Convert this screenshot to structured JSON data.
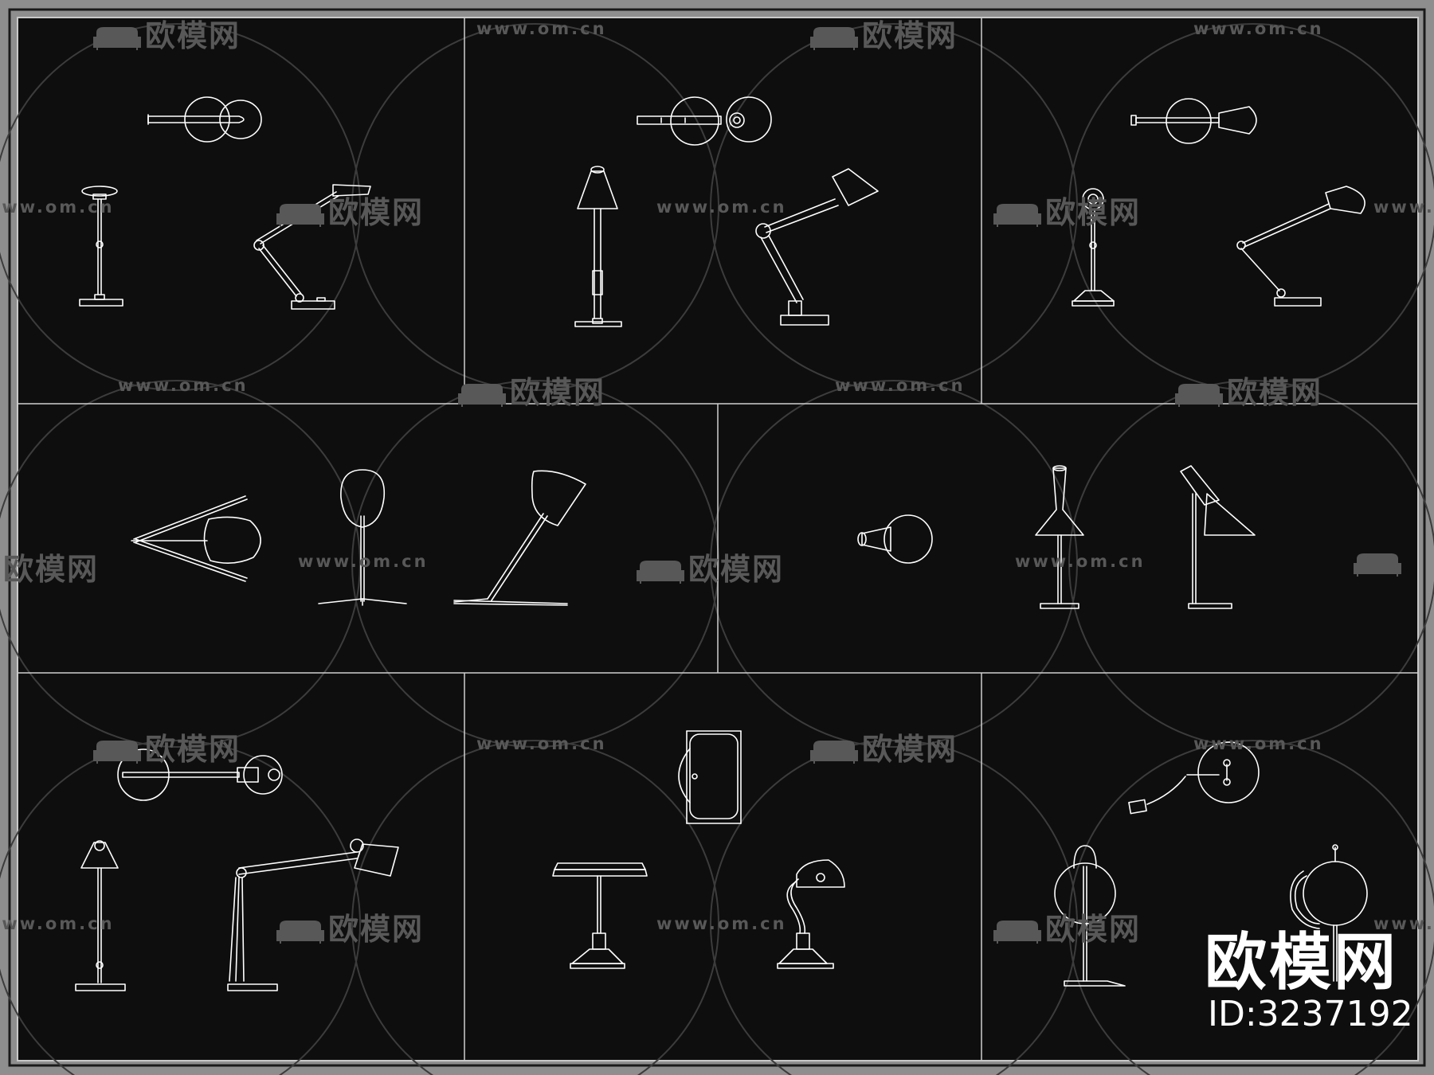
{
  "watermark": {
    "url_text": "www.om.cn",
    "logo_text": "欧模网"
  },
  "brand": {
    "logo_text": "欧模网",
    "id_text": "ID:3237192"
  },
  "colors": {
    "background": "#0e0e0e",
    "frame": "#8e8e8e",
    "line": "#ffffff",
    "watermark": "#585858"
  },
  "icons": [
    "sofa-logo-icon"
  ]
}
